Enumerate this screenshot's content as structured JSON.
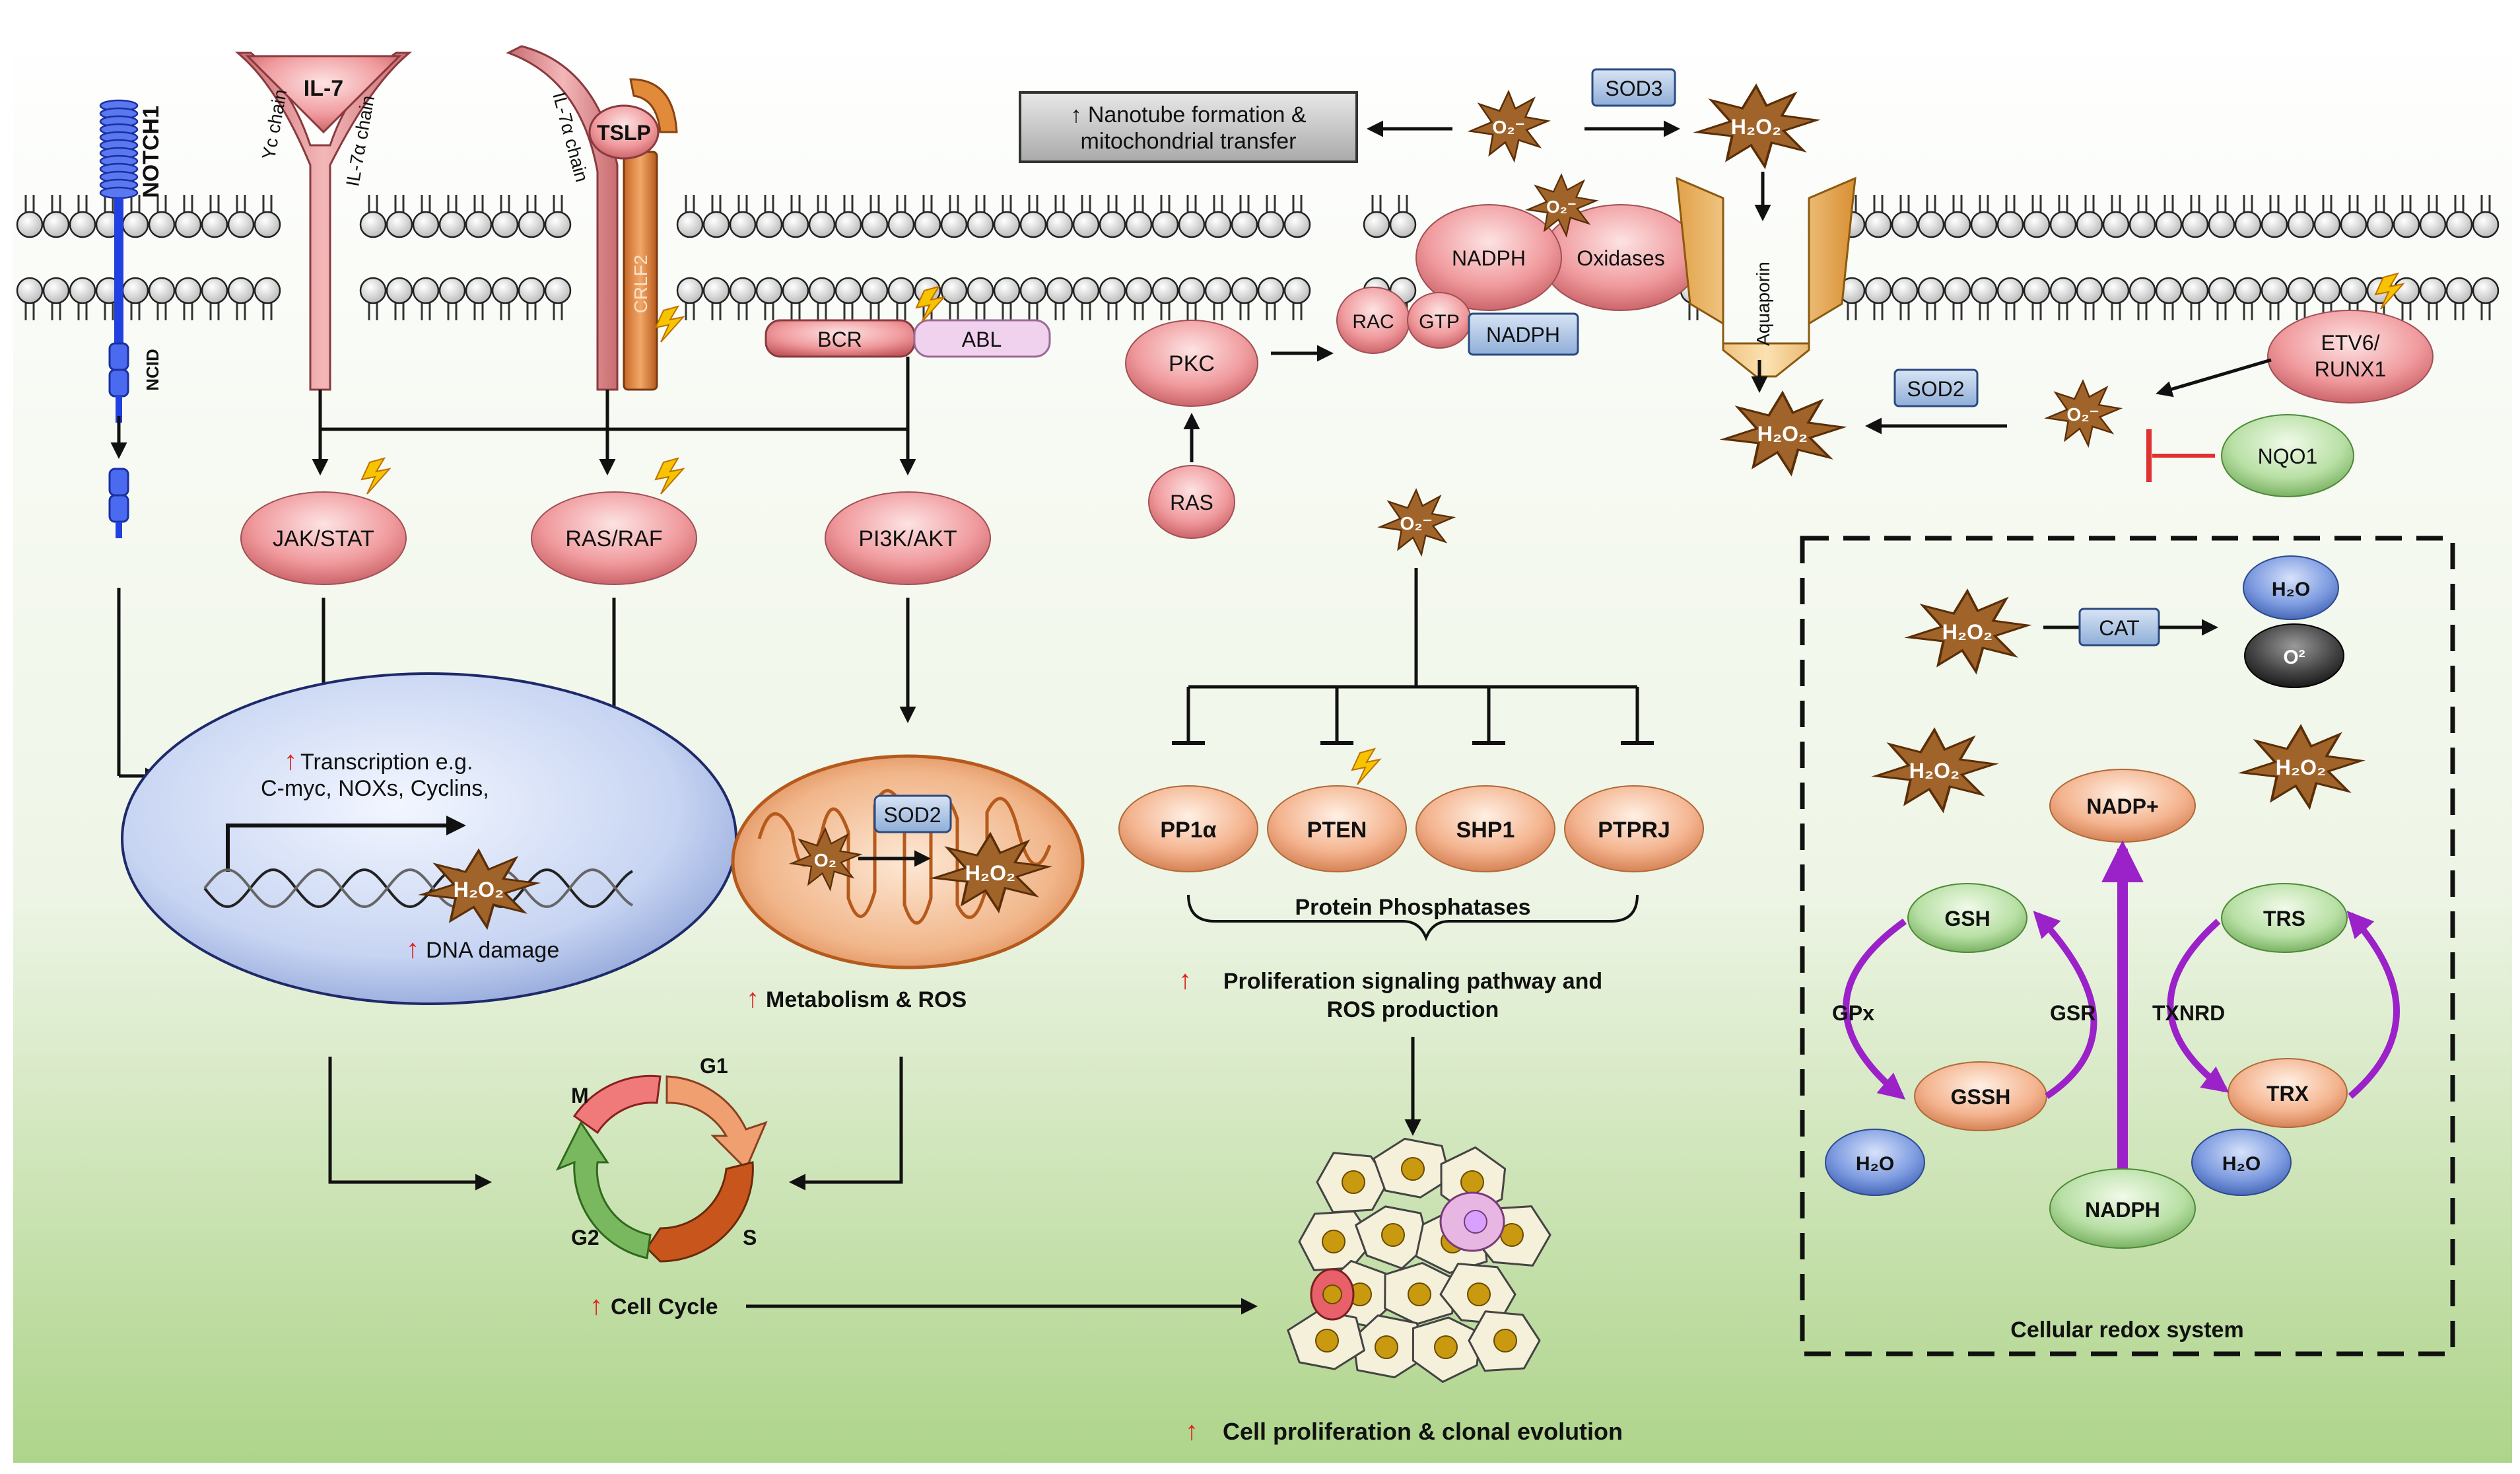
{
  "receptors": {
    "notch1": "NOTCH1",
    "ncid": "NCID",
    "il7": "IL-7",
    "yc_chain": "Yc chain",
    "il7a_chain_1": "IL-7α chain",
    "il7a_chain_2": "IL-7α chain",
    "tslp": "TSLP",
    "crlf2": "CRLF2",
    "bcr": "BCR",
    "abl": "ABL"
  },
  "pathways": {
    "jak_stat": "JAK/STAT",
    "ras_raf": "RAS/RAF",
    "pi3k_akt": "PI3K/AKT"
  },
  "nucleus": {
    "up_arrow": "↑",
    "transcription": "Transcription e.g.",
    "genes": "C-myc, NOXs, Cyclins,",
    "h2o2": "H₂O₂",
    "dna_damage": "DNA damage"
  },
  "mitochondrion": {
    "sod2": "SOD2",
    "o2": "O₂",
    "h2o2": "H₂O₂",
    "up_arrow": "↑",
    "label": "Metabolism & ROS"
  },
  "cell_cycle": {
    "m": "M",
    "g1": "G1",
    "s": "S",
    "g2": "G2",
    "up_arrow": "↑",
    "label": "Cell Cycle"
  },
  "top": {
    "nanotube_line1": "↑ Nanotube formation &",
    "nanotube_line2": "mitochondrial transfer",
    "o2": "O₂⁻",
    "sod3": "SOD3",
    "h2o2": "H₂O₂",
    "o2_membrane": "O₂⁻",
    "nadph_oxidase_1": "NADPH",
    "nadph_oxidase_2": "Oxidases",
    "aquaporin": "Aquaporin",
    "rac": "RAC",
    "gtp": "GTP",
    "nadph_box": "NADPH",
    "pkc": "PKC",
    "ras": "RAS"
  },
  "right_top": {
    "etv6_1": "ETV6/",
    "etv6_2": "RUNX1",
    "sod2": "SOD2",
    "o2": "O₂⁻",
    "h2o2": "H₂O₂",
    "nqo1": "NQO1"
  },
  "phosphatases": {
    "o2": "O₂⁻",
    "pp1a": "PP1α",
    "pten": "PTEN",
    "shp1": "SHP1",
    "ptprj": "PTPRJ",
    "label": "Protein Phosphatases",
    "up_arrow": "↑",
    "result_1": "Proliferation signaling pathway and",
    "result_2": "ROS production"
  },
  "proliferation": {
    "up_arrow": "↑",
    "label": "Cell proliferation & clonal evolution"
  },
  "redox": {
    "title": "Cellular redox system",
    "h2o2_1": "H₂O₂",
    "cat": "CAT",
    "h2o": "H₂O",
    "o2": "O²",
    "h2o2_2": "H₂O₂",
    "h2o2_3": "H₂O₂",
    "nadp": "NADP+",
    "gsh": "GSH",
    "gssh": "GSSH",
    "gpx": "GPx",
    "gsr": "GSR",
    "h2o_left": "H₂O",
    "trs": "TRS",
    "trx": "TRX",
    "txnrd": "TXNRD",
    "h2o_right": "H₂O",
    "nadph": "NADPH"
  },
  "colors": {
    "pink_node": "#e8868b",
    "orange_node": "#eea07a",
    "green_node": "#9ed089",
    "blue_node": "#5b7fd0",
    "box_blue": "#a9bfe0",
    "inhibit_red": "#e03030",
    "purple": "#9b21c9",
    "notch_blue": "#2040e0"
  }
}
